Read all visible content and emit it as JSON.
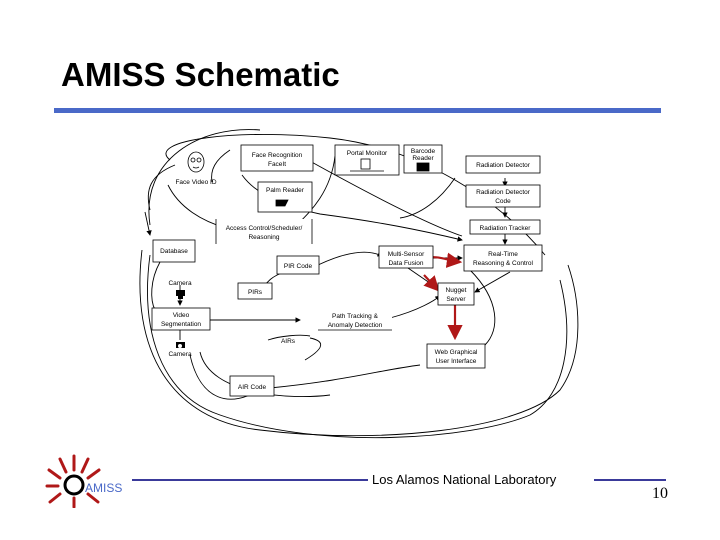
{
  "slide": {
    "title": "AMISS Schematic",
    "footer": "Los Alamos National Laboratory",
    "page_number": "10",
    "logo_text": "AMISS"
  },
  "diagram": {
    "nodes": {
      "face_recognition": [
        "Face Recognition",
        "FaceIt"
      ],
      "portal_monitor": [
        "Portal Monitor"
      ],
      "barcode_reader": [
        "Barcode",
        "Reader"
      ],
      "radiation_detector": [
        "Radiation Detector"
      ],
      "face_video_id": [
        "Face Video ID"
      ],
      "palm_reader": [
        "Palm Reader"
      ],
      "radiation_detector_code": [
        "Radiation Detector",
        "Code"
      ],
      "access_control": [
        "Access Control/Scheduler/",
        "Reasoning"
      ],
      "radiation_tracker": [
        "Radiation Tracker"
      ],
      "database": [
        "Database"
      ],
      "multi_sensor": [
        "Multi-Sensor",
        "Data Fusion"
      ],
      "real_time": [
        "Real-Time",
        "Reasoning & Control"
      ],
      "pir_code": [
        "PIR Code"
      ],
      "camera_top": [
        "Camera"
      ],
      "pirs": [
        "PIRs"
      ],
      "nugget_server": [
        "Nugget",
        "Server"
      ],
      "video_segmentation": [
        "Video",
        "Segmentation"
      ],
      "path_tracking": [
        "Path Tracking &",
        "Anomaly Detection"
      ],
      "camera_bottom": [
        "Camera"
      ],
      "airs": [
        "AIRs"
      ],
      "web_gui": [
        "Web Graphical",
        "User Interface"
      ],
      "air_code": [
        "AIR Code"
      ]
    }
  },
  "colors": {
    "accent": "#4a69c8",
    "arrow_red": "#b01818",
    "footer_line": "#3a3a9a"
  }
}
